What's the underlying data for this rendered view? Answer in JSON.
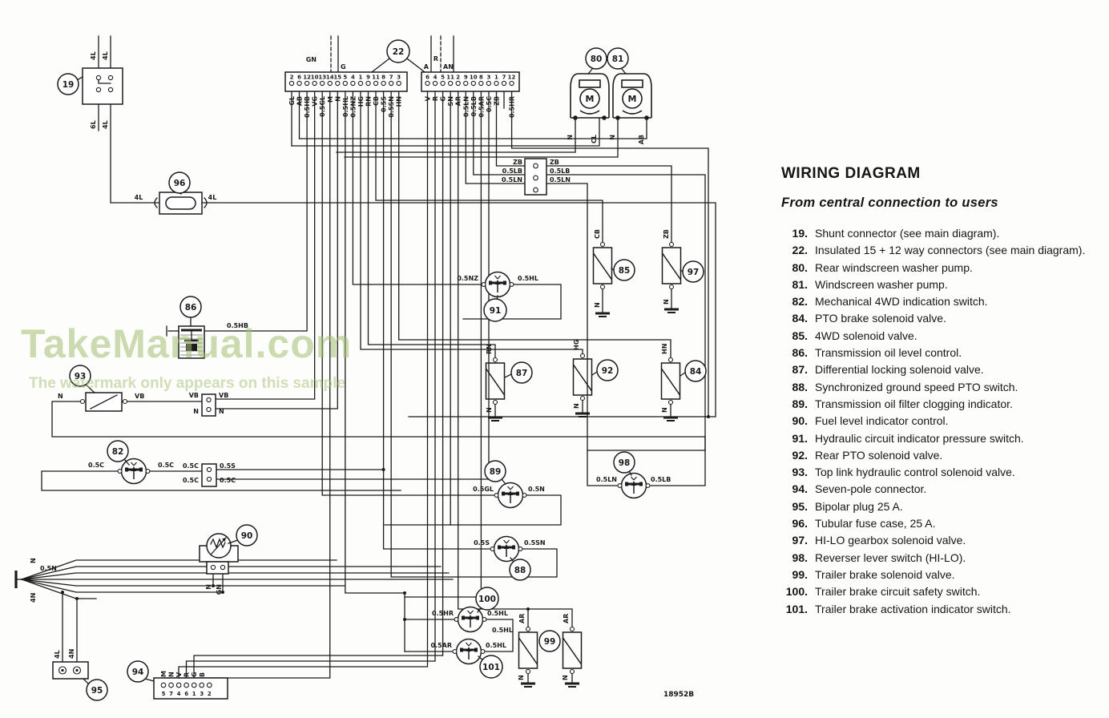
{
  "watermark": {
    "line1": "TakeManual.com",
    "line2": "The watermark only appears on this sample"
  },
  "footer": {
    "ref_code": "18952B"
  },
  "legend": {
    "title": "WIRING DIAGRAM",
    "subtitle": "From central connection to users",
    "items": [
      {
        "num": "19.",
        "label": "Shunt connector (see main diagram)."
      },
      {
        "num": "22.",
        "label": "Insulated 15 + 12 way connectors (see main diagram)."
      },
      {
        "num": "80.",
        "label": "Rear windscreen washer pump."
      },
      {
        "num": "81.",
        "label": "Windscreen washer pump."
      },
      {
        "num": "82.",
        "label": "Mechanical 4WD indication switch."
      },
      {
        "num": "84.",
        "label": "PTO brake solenoid valve."
      },
      {
        "num": "85.",
        "label": "4WD solenoid valve."
      },
      {
        "num": "86.",
        "label": "Transmission oil level control."
      },
      {
        "num": "87.",
        "label": "Differential locking solenoid valve."
      },
      {
        "num": "88.",
        "label": "Synchronized ground speed PTO switch."
      },
      {
        "num": "89.",
        "label": "Transmission oil filter clogging indicator."
      },
      {
        "num": "90.",
        "label": "Fuel level indicator control."
      },
      {
        "num": "91.",
        "label": "Hydraulic circuit indicator pressure switch."
      },
      {
        "num": "92.",
        "label": "Rear PTO solenoid valve."
      },
      {
        "num": "93.",
        "label": "Top link hydraulic control solenoid valve."
      },
      {
        "num": "94.",
        "label": "Seven-pole connector."
      },
      {
        "num": "95.",
        "label": "Bipolar plug 25 A."
      },
      {
        "num": "96.",
        "label": "Tubular fuse case, 25 A."
      },
      {
        "num": "97.",
        "label": "HI-LO gearbox solenoid valve."
      },
      {
        "num": "98.",
        "label": "Reverser lever switch (HI-LO)."
      },
      {
        "num": "99.",
        "label": "Trailer brake solenoid valve."
      },
      {
        "num": "100.",
        "label": "Trailer brake circuit safety switch."
      },
      {
        "num": "101.",
        "label": "Trailer brake activation indicator switch."
      }
    ]
  },
  "diagram": {
    "motor_label": "M",
    "conn15": {
      "pins": [
        {
          "n": "2",
          "w": "GL"
        },
        {
          "n": "6",
          "w": "AB"
        },
        {
          "n": "12",
          "w": "0.5HB"
        },
        {
          "n": "10",
          "w": "VG"
        },
        {
          "n": "13",
          "w": "0.5GL"
        },
        {
          "n": "14",
          "w": "M"
        },
        {
          "n": "15",
          "w": "N"
        },
        {
          "n": "5",
          "w": "0.5HL"
        },
        {
          "n": "4",
          "w": "0.5NZ"
        },
        {
          "n": "1",
          "w": "HG"
        },
        {
          "n": "9",
          "w": "RN"
        },
        {
          "n": "11",
          "w": "CB"
        },
        {
          "n": "8",
          "w": "0.5S"
        },
        {
          "n": "7",
          "w": "0.5SN"
        },
        {
          "n": "3",
          "w": "HN"
        }
      ]
    },
    "conn12": {
      "pins": [
        {
          "n": "6",
          "w": "V"
        },
        {
          "n": "4",
          "w": "R"
        },
        {
          "n": "5",
          "w": "G"
        },
        {
          "n": "11",
          "w": "SN"
        },
        {
          "n": "2",
          "w": "AR"
        },
        {
          "n": "9",
          "w": "0.5LN"
        },
        {
          "n": "10",
          "w": "0.5LB"
        },
        {
          "n": "8",
          "w": "0.5AR"
        },
        {
          "n": "3",
          "w": "0.5C"
        },
        {
          "n": "1",
          "w": "ZB"
        },
        {
          "n": "7",
          "w": ""
        },
        {
          "n": "12",
          "w": "0.5HR"
        }
      ]
    },
    "conn94": {
      "pins": [
        {
          "n": "5",
          "w": "M"
        },
        {
          "n": "7",
          "w": "N"
        },
        {
          "n": "4",
          "w": "V"
        },
        {
          "n": "6",
          "w": "R"
        },
        {
          "n": "1",
          "w": "G"
        },
        {
          "n": "3",
          "w": "B"
        },
        {
          "n": "2",
          "w": ""
        }
      ]
    },
    "callouts": {
      "c19": "19",
      "c22": "22",
      "c80": "80",
      "c81": "81",
      "c82": "82",
      "c84": "84",
      "c85": "85",
      "c86": "86",
      "c87": "87",
      "c88": "88",
      "c89": "89",
      "c90": "90",
      "c91": "91",
      "c92": "92",
      "c93": "93",
      "c94": "94",
      "c95": "95",
      "c96": "96",
      "c97": "97",
      "c98": "98",
      "c99": "99",
      "c100": "100",
      "c101": "101"
    },
    "labels": {
      "t19a": "4L",
      "t19b": "4L",
      "b19a": "6L",
      "b19b": "4L",
      "f96l": "4L",
      "f96r": "4L",
      "gn": "GN",
      "g": "G",
      "a": "A",
      "r": "R",
      "an": "AN",
      "p80l": "N",
      "p80r": "CL",
      "p81l": "N",
      "p81r": "AB",
      "j3l1": "ZB",
      "j3l2": "0.5LB",
      "j3l3": "0.5LN",
      "j3r1": "ZB",
      "j3r2": "0.5LB",
      "j3r3": "0.5LN",
      "s91l": "0.5NZ",
      "s91r": "0.5HL",
      "v85t": "CB",
      "v85b": "N",
      "v97t": "ZB",
      "v97b": "N",
      "s86": "0.5HB",
      "v93l": "N",
      "v93r": "VB",
      "j93l1": "VB",
      "j93l2": "N",
      "j93r1": "VB",
      "j93r2": "N",
      "s82l": "0.5C",
      "s82r": "0.5C",
      "j82l1": "0.5C",
      "j82l2": "0.5C",
      "j82r1": "0.5S",
      "j82r2": "0.5C",
      "v87t": "RN",
      "v87b": "N",
      "v92t": "HG",
      "v92b": "N",
      "v84t": "HN",
      "v84b": "N",
      "c90a": "N",
      "c90b": "GN",
      "s98l": "0.5LN",
      "s98r": "0.5LB",
      "s89l": "0.5GL",
      "s89r": "0.5N",
      "s88l": "0.5S",
      "s88r": "0.5SN",
      "s100l": "0.5HR",
      "s100r": "0.5HL",
      "s100b": "0.5HL",
      "s101l": "0.5AR",
      "s101r": "0.5HL",
      "v99t1": "AR",
      "v99t2": "AR",
      "v99b1": "N",
      "v99b2": "N",
      "fan1": "N",
      "fan2": "0.5N",
      "fan3": "4N",
      "p95a": "4L",
      "p95b": "4N"
    }
  }
}
